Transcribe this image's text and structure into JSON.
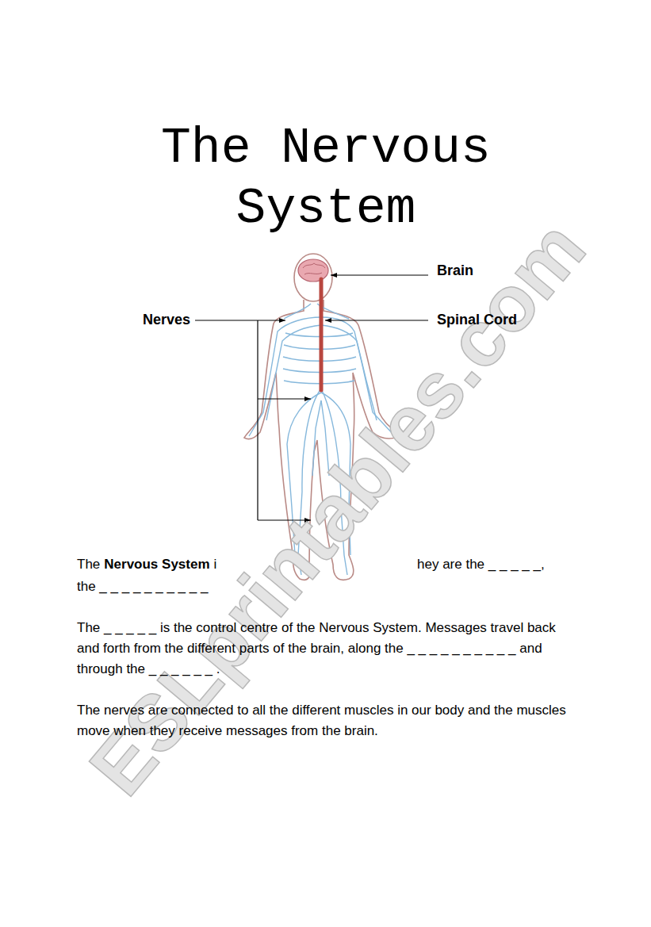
{
  "diagram": {
    "title": "The Nervous System",
    "labels": [
      "Brain",
      "Nerves",
      "Spinal Cord",
      "The",
      "Nervous System",
      "i",
      "hey are the _ _ _ _ _,",
      "the _ _ _ _ _ _ _ _ _ _",
      "The _ _ _ _ _ is the control centre of the Nervous System. Messages travel back and forth from the different parts of the brain, along the _ _ _ _ _ _ _ _ _ _ and through the _ _ _ _ _ _ .",
      "The nerves are connected to all the different muscles in our body and the muscles move when they receive messages from the brain.",
      "ESLprintables.com"
    ]
  }
}
